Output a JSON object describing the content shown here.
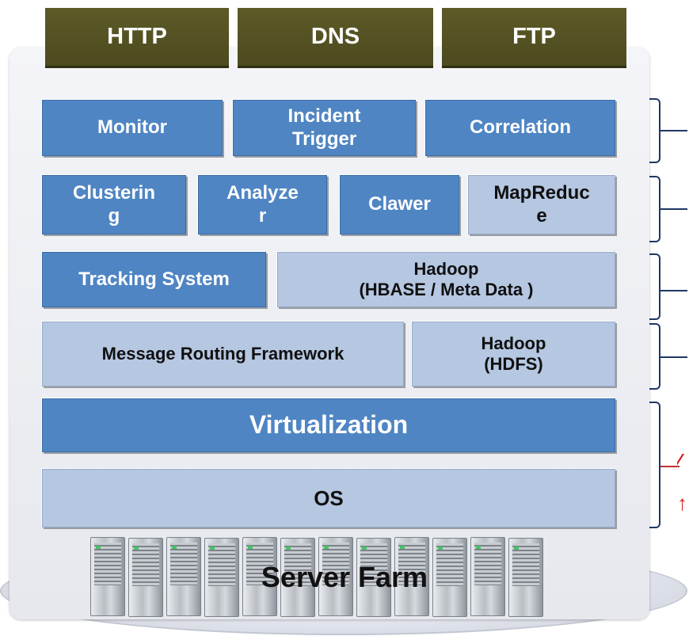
{
  "protocols": [
    "HTTP",
    "DNS",
    "FTP"
  ],
  "layers": {
    "row1": [
      "Monitor",
      "Incident\nTrigger",
      "Correlation"
    ],
    "row2": [
      "Clusterin\ng",
      "Analyze\nr",
      "Clawer",
      "MapReduc\ne"
    ],
    "row3": [
      "Tracking System",
      "Hadoop\n(HBASE / Meta Data )"
    ],
    "row4": [
      "Message Routing Framework",
      "Hadoop\n(HDFS)"
    ],
    "virtualization": "Virtualization",
    "os": "OS"
  },
  "server_farm": "Server Farm",
  "colors": {
    "protocol_bar": "#4d4b1f",
    "dark_box": "#4f85c3",
    "light_box": "#b5c7e1",
    "bracket": "#1f3864"
  }
}
